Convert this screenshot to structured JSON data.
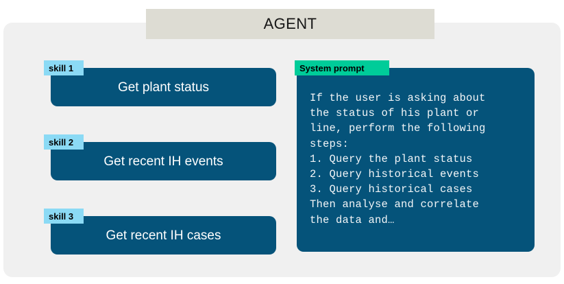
{
  "header": {
    "title": "AGENT",
    "background_color": "#dddcd3"
  },
  "panel": {
    "background_color": "#f0f0f0"
  },
  "theme": {
    "card_color": "#05537a",
    "skill_tag_color": "#8bdaf5",
    "system_tag_color": "#00cc99",
    "card_text_color": "#ffffff"
  },
  "skills": [
    {
      "tag": "skill 1",
      "label": "Get plant status"
    },
    {
      "tag": "skill 2",
      "label": "Get recent IH events"
    },
    {
      "tag": "skill 3",
      "label": "Get recent IH cases"
    }
  ],
  "system_prompt": {
    "tag": "System prompt",
    "text": "If the user is asking about\nthe status of his plant or\nline, perform the following\nsteps:\n1. Query the plant status\n2. Query historical events\n3. Query historical cases\nThen analyse and correlate\nthe data and…"
  }
}
